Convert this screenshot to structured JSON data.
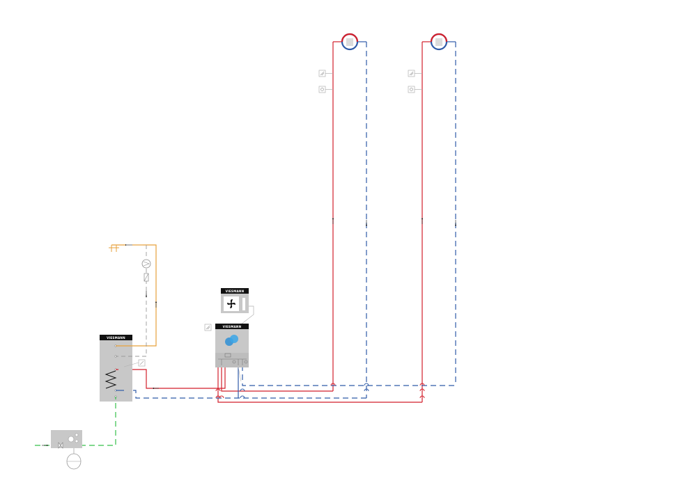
{
  "brand": {
    "logo_text": "VIESMANN"
  },
  "colors": {
    "supply": "#d21f2b",
    "return": "#2e5aa8",
    "hot_water": "#e7a13b",
    "cold_water": "#35c04a",
    "device": "#c8c8c8",
    "device_dark": "#9a9a9a",
    "logo_bar": "#111111",
    "symbol": "#b0b0b0"
  },
  "components": {
    "outdoor_unit": "heat-pump-outdoor-unit",
    "indoor_unit": "heat-pump-indoor-unit",
    "storage_tank": "dhw-storage-cylinder",
    "water_softener": "water-treatment-unit",
    "expansion_vessel": "expansion-vessel",
    "radiator_1": "radiator",
    "radiator_2": "radiator",
    "circulation_pump": "dhw-circulation-pump",
    "tap": "hot-water-tap"
  }
}
